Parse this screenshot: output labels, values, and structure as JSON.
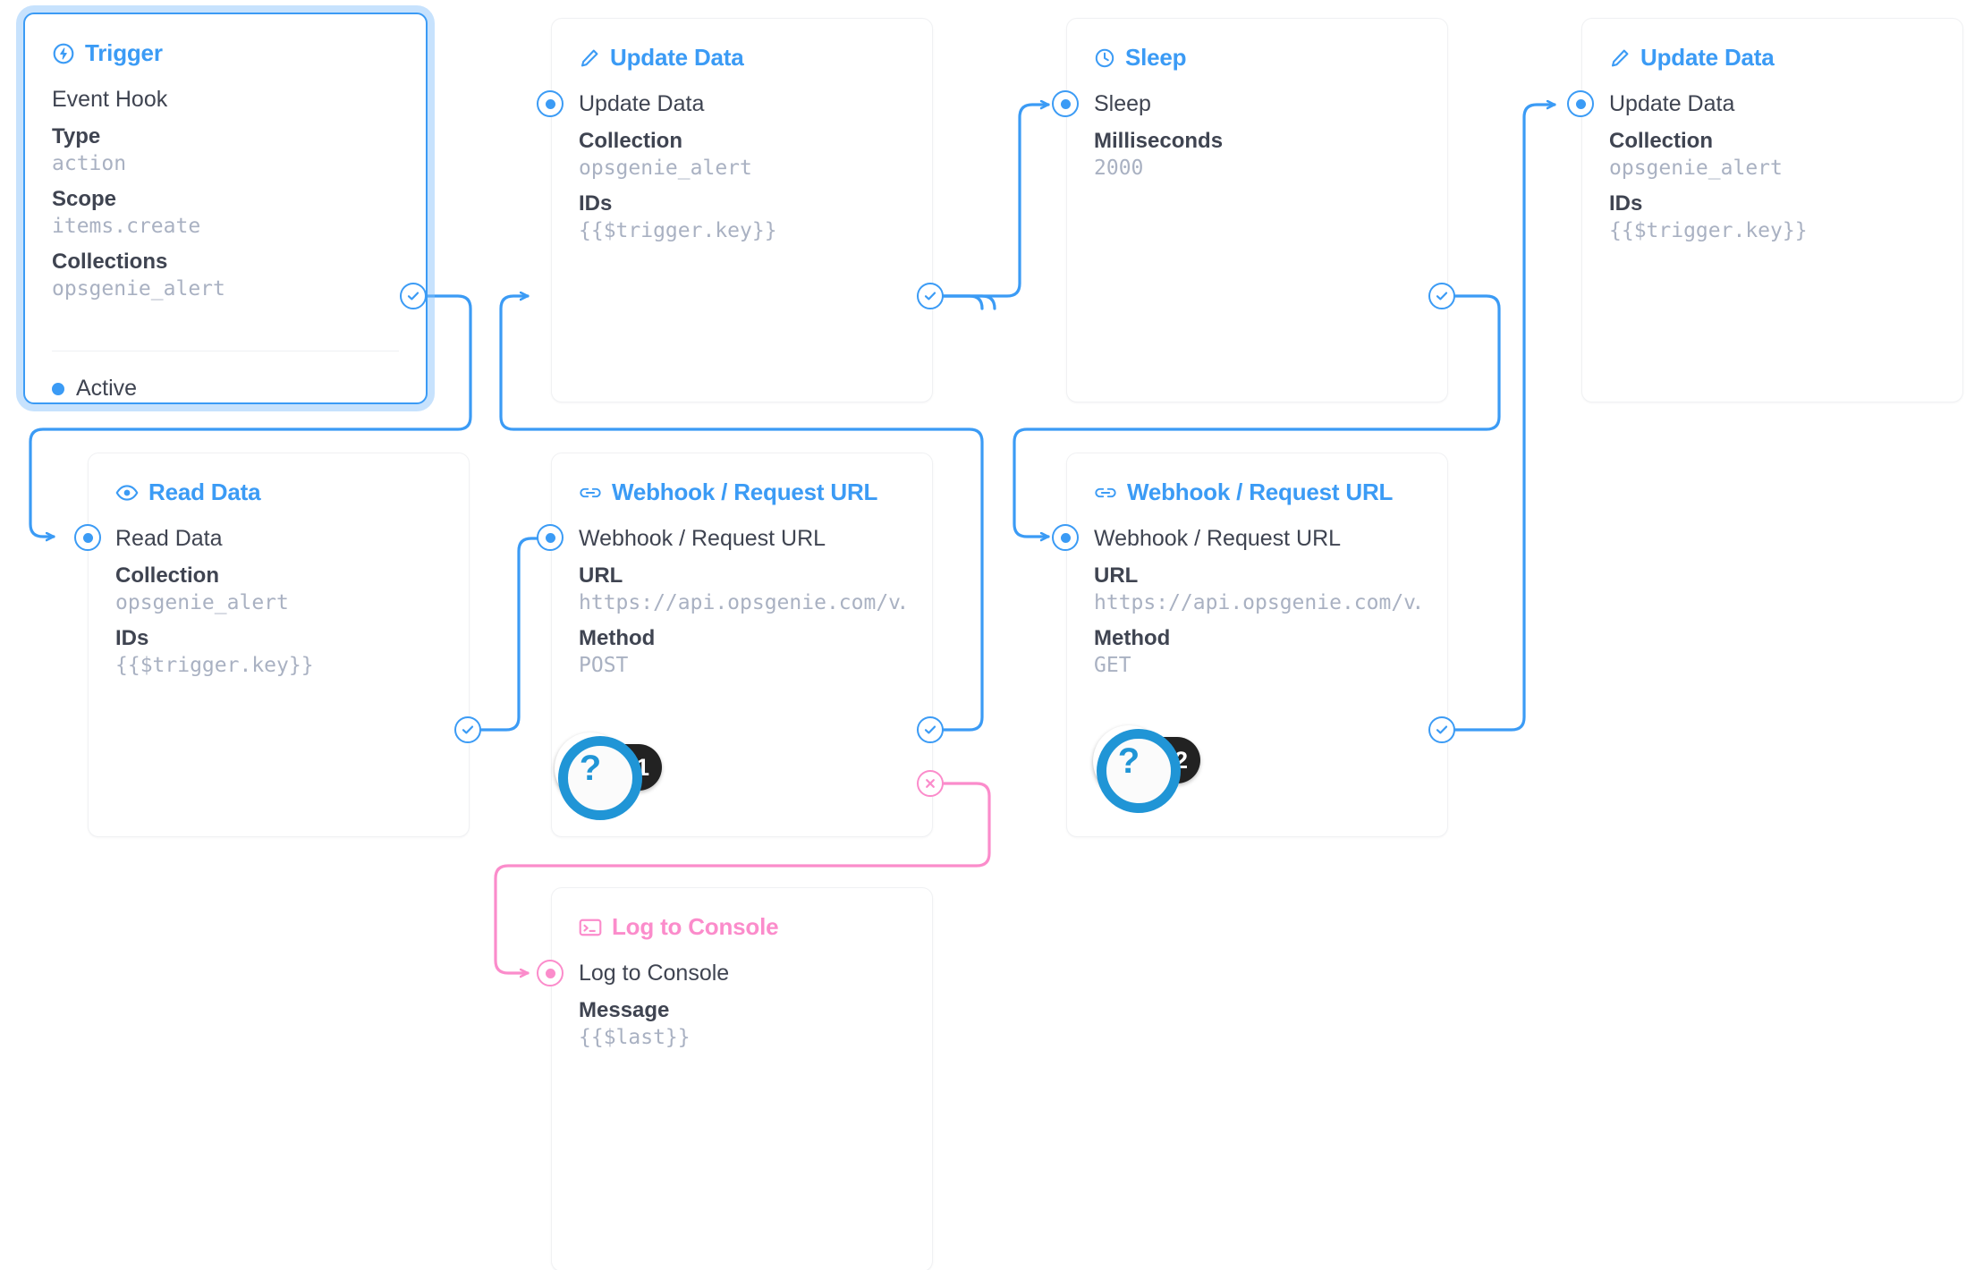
{
  "flow": {
    "accent_blue": "#3b9bf5",
    "accent_pink": "#fb8ccb",
    "muted_value": "#a9b1c2",
    "nodes": [
      {
        "id": "trigger",
        "title": "Trigger",
        "icon": "lightning-circle-icon",
        "subtitle": "Event Hook",
        "fields": [
          {
            "label": "Type",
            "value": "action"
          },
          {
            "label": "Scope",
            "value": "items.create"
          },
          {
            "label": "Collections",
            "value": "opsgenie_alert"
          }
        ],
        "status": "Active"
      },
      {
        "id": "update-data-1",
        "title": "Update Data",
        "icon": "pencil-icon",
        "subtitle": "Update Data",
        "fields": [
          {
            "label": "Collection",
            "value": "opsgenie_alert"
          },
          {
            "label": "IDs",
            "value": "{{$trigger.key}}"
          }
        ]
      },
      {
        "id": "sleep",
        "title": "Sleep",
        "icon": "clock-icon",
        "subtitle": "Sleep",
        "fields": [
          {
            "label": "Milliseconds",
            "value": "2000"
          }
        ]
      },
      {
        "id": "update-data-2",
        "title": "Update Data",
        "icon": "pencil-icon",
        "subtitle": "Update Data",
        "fields": [
          {
            "label": "Collection",
            "value": "opsgenie_alert"
          },
          {
            "label": "IDs",
            "value": "{{$trigger.key}}"
          }
        ]
      },
      {
        "id": "read-data",
        "title": "Read Data",
        "icon": "eye-icon",
        "subtitle": "Read Data",
        "fields": [
          {
            "label": "Collection",
            "value": "opsgenie_alert"
          },
          {
            "label": "IDs",
            "value": "{{$trigger.key}}"
          }
        ]
      },
      {
        "id": "webhook-1",
        "title": "Webhook / Request URL",
        "icon": "link-icon",
        "subtitle": "Webhook / Request URL",
        "fields": [
          {
            "label": "URL",
            "value": "https://api.opsgenie.com/v…"
          },
          {
            "label": "Method",
            "value": "POST"
          }
        ]
      },
      {
        "id": "webhook-2",
        "title": "Webhook / Request URL",
        "icon": "link-icon",
        "subtitle": "Webhook / Request URL",
        "fields": [
          {
            "label": "URL",
            "value": "https://api.opsgenie.com/v…"
          },
          {
            "label": "Method",
            "value": "GET"
          }
        ]
      },
      {
        "id": "log-to-console",
        "title": "Log to Console",
        "icon": "console-icon",
        "subtitle": "Log to Console",
        "fields": [
          {
            "label": "Message",
            "value": "{{$last}}"
          }
        ]
      }
    ],
    "help_badges": [
      {
        "symbol": "?",
        "count": "1"
      },
      {
        "symbol": "?",
        "count": "2"
      }
    ]
  }
}
